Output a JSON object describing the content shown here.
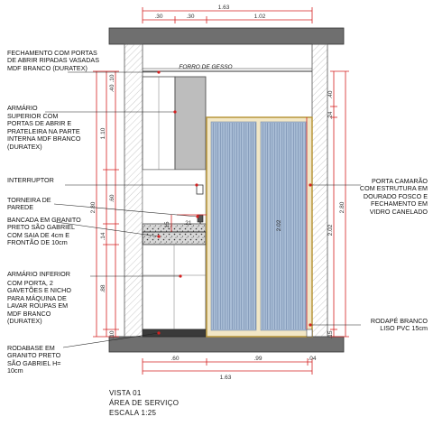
{
  "labels": {
    "fechamento": "FECHAMENTO COM PORTAS DE ABRIR RIPADAS VASADAS MDF BRANCO (DURATEX)",
    "armario_sup_title": "ARMÁRIO",
    "armario_sup_body": "SUPERIOR COM PORTAS DE ABRIR E PRATELEIRA NA PARTE INTERNA MDF BRANCO (DURATEX)",
    "interruptor": "INTERRUPTOR",
    "torneira": "TORNEIRA DE PAREDE",
    "bancada": "BANCADA EM GRANITO PRETO SÃO GABRIEL COM SAIA DE 4cm E FRONTÃO DE 10cm",
    "armario_inf_title": "ARMÁRIO INFERIOR",
    "armario_inf_body": "COM PORTA, 2 GAVETÕES E NICHO PARA MÁQUINA DE LAVAR ROUPAS EM MDF BRANCO (DURATEX)",
    "rodabase": "RODABASE EM GRANITO PRETO SÃO GABRIEL H= 10cm",
    "forro": "FORRO DE GESSO",
    "porta_camarao": "PORTA CAMARÃO COM ESTRUTURA EM DOURADO FOSCO E FECHAMENTO EM VIDRO CANELADO",
    "rodape": "RODAPÉ BRANCO LISO PVC 15cm"
  },
  "dimensions": {
    "top_total": "1.63",
    "top_a": ".30",
    "top_b": ".30",
    "top_c": "1.02",
    "bottom_a": ".60",
    "bottom_b": ".99",
    "bottom_c": ".04",
    "bottom_total": "1.63",
    "left_total": "2.80",
    "left_upper": "1.10",
    "left_mid": ".60",
    "left_counter": ".14",
    "left_lower": ".88",
    "left_base": ".10",
    "left_outer": ".40",
    "right_total": "2.80",
    "right_upper": ".40",
    "right_b": ".24",
    "right_door": "2.02",
    "right_base": ".15",
    "door_height": "2.02",
    "tap_a": ".15",
    "tap_b": ".21"
  },
  "footer": {
    "view": "VISTA 01",
    "area": "ÁREA DE SERVIÇO",
    "scale": "ESCALA 1:25"
  },
  "colors": {
    "dim_red": "#d42020",
    "wall_gray": "#7a7a7a",
    "granite": "#3a3a3a",
    "glass_blue": "#a9bdd6",
    "frame_gold": "#c9a646"
  }
}
